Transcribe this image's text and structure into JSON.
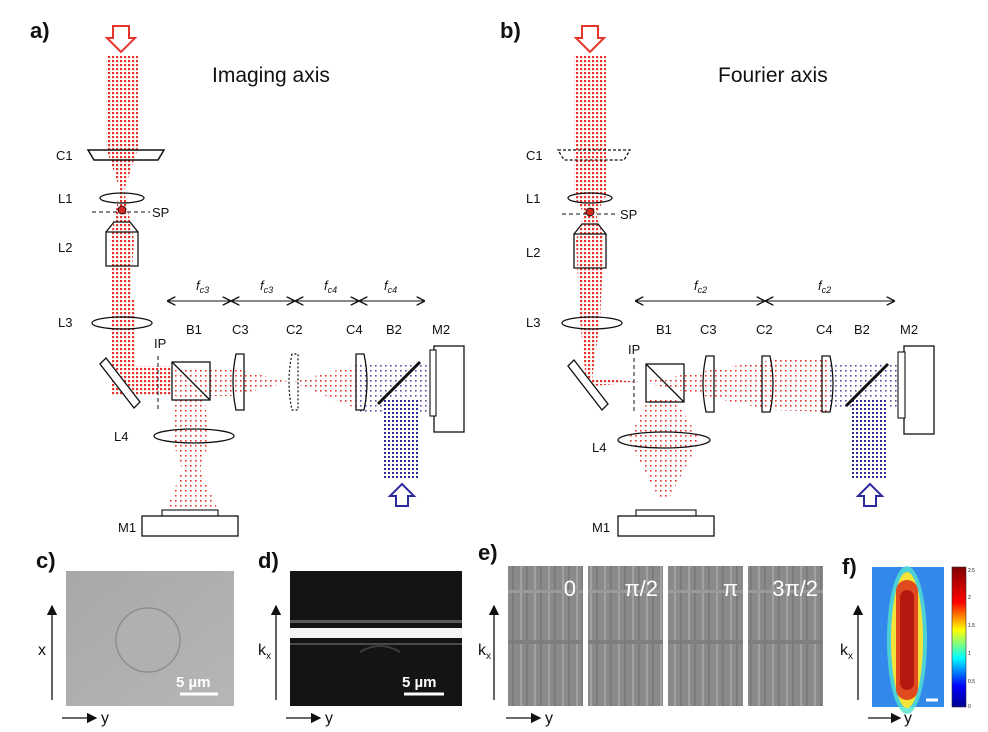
{
  "panel_a": {
    "tag": "a)",
    "title": "Imaging axis",
    "labels": {
      "C1": "C1",
      "L1": "L1",
      "SP": "SP",
      "L2": "L2",
      "L3": "L3",
      "IP": "IP",
      "L4": "L4",
      "M1": "M1",
      "B1": "B1",
      "C3": "C3",
      "C2": "C2",
      "C4": "C4",
      "B2": "B2",
      "M2": "M2"
    },
    "focal": [
      {
        "f": "f",
        "sub": "c3"
      },
      {
        "f": "f",
        "sub": "c3"
      },
      {
        "f": "f",
        "sub": "c4"
      },
      {
        "f": "f",
        "sub": "c4"
      }
    ]
  },
  "panel_b": {
    "tag": "b)",
    "title": "Fourier axis",
    "labels": {
      "C1": "C1",
      "L1": "L1",
      "SP": "SP",
      "L2": "L2",
      "L3": "L3",
      "IP": "IP",
      "L4": "L4",
      "M1": "M1",
      "B1": "B1",
      "C3": "C3",
      "C2": "C2",
      "C4": "C4",
      "B2": "B2",
      "M2": "M2"
    },
    "focal": [
      {
        "f": "f",
        "sub": "c2"
      },
      {
        "f": "f",
        "sub": "c2"
      }
    ]
  },
  "panel_c": {
    "tag": "c)",
    "scale": "5 µm",
    "axis_v": "x",
    "axis_h": "y"
  },
  "panel_d": {
    "tag": "d)",
    "scale": "5 µm",
    "axis_v": "k",
    "axis_v_sub": "x",
    "axis_h": "y"
  },
  "panel_e": {
    "tag": "e)",
    "phases": [
      "0",
      "π/2",
      "π",
      "3π/2"
    ],
    "axis_v": "k",
    "axis_v_sub": "x",
    "axis_h": "y"
  },
  "panel_f": {
    "tag": "f)",
    "axis_v": "k",
    "axis_v_sub": "x",
    "axis_h": "y",
    "colorbar_ticks": [
      "2.5",
      "2",
      "1.5",
      "1",
      "0.5",
      "0"
    ]
  },
  "colors": {
    "beam_red": "#e8302a",
    "beam_blue": "#2a2aa0",
    "jet_hot": "#b01818",
    "jet_cold": "#1a3ad0"
  }
}
